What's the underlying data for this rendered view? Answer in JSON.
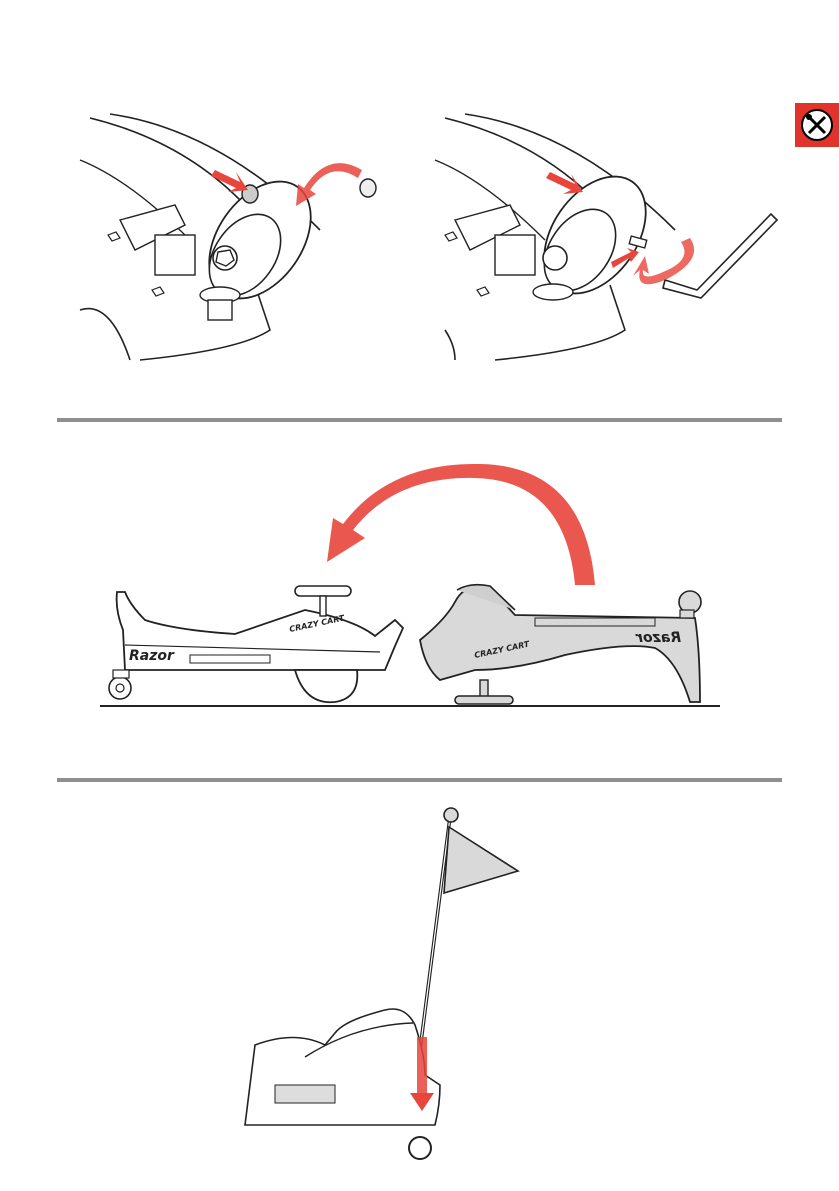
{
  "colors": {
    "accent_red": "#e0332b",
    "arrow_red": "#e8453c",
    "divider_gray": "#8f8f8f",
    "line_black": "#222222",
    "fill_gray": "#d9d9d9"
  },
  "header": {
    "tool_icon": "wrench-screwdriver-icon"
  },
  "kart": {
    "brand_left": "Razor",
    "brand_right": "Razor",
    "logo_left": "CRAZY CART",
    "logo_right": "CRAZY CART"
  }
}
